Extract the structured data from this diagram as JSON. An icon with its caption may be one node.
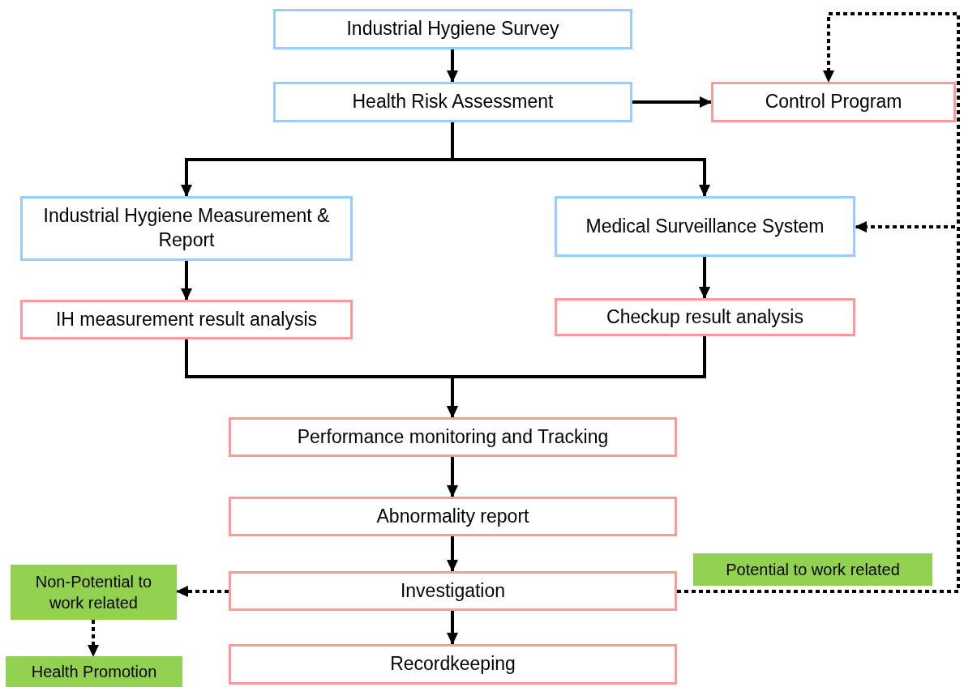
{
  "diagram": {
    "nodes": [
      {
        "text": [
          "Industrial Hygiene Survey"
        ]
      },
      {
        "text": [
          "Health Risk Assessment"
        ]
      },
      {
        "text": [
          "Control Program"
        ]
      },
      {
        "text": [
          "Industrial Hygiene Measurement & Report"
        ]
      },
      {
        "text": [
          "Medical Surveillance System"
        ]
      },
      {
        "text": [
          "IH measurement result analysis"
        ]
      },
      {
        "text": [
          "Checkup result analysis"
        ]
      },
      {
        "text": [
          "Performance monitoring and Tracking"
        ]
      },
      {
        "text": [
          "Abnormality report"
        ]
      },
      {
        "text": [
          "Non-Potential to work related"
        ]
      },
      {
        "text": [
          "Investigation"
        ]
      },
      {
        "text": [
          "Potential to work related"
        ]
      },
      {
        "text": [
          "Health Promotion"
        ]
      },
      {
        "text": [
          "Recordkeeping"
        ]
      }
    ],
    "edges": [
      {
        "from": 0,
        "to": 1,
        "arrow": "to"
      },
      {
        "from": 1,
        "to": 2,
        "arrow": "to"
      },
      {
        "from": 1,
        "to": 3,
        "arrow": "to"
      },
      {
        "from": 1,
        "to": 4,
        "arrow": "to"
      },
      {
        "from": 3,
        "to": 5,
        "arrow": "to"
      },
      {
        "from": 4,
        "to": 6,
        "arrow": "to"
      },
      {
        "from": 5,
        "to": 7,
        "arrow": "to"
      },
      {
        "from": 6,
        "to": 7,
        "arrow": "to"
      },
      {
        "from": 7,
        "to": 8,
        "arrow": "to"
      },
      {
        "from": 8,
        "to": 10,
        "arrow": "to"
      },
      {
        "from": 10,
        "to": 13,
        "arrow": "to"
      },
      {
        "from": 10,
        "to": 9,
        "arrow": "to",
        "style": "dashed"
      },
      {
        "from": 9,
        "to": 12,
        "arrow": "to",
        "style": "dashed"
      },
      {
        "from": 10,
        "to": 2,
        "arrow": "to",
        "style": "dashed"
      },
      {
        "from": 10,
        "to": 4,
        "arrow": "to",
        "style": "dashed"
      }
    ]
  }
}
